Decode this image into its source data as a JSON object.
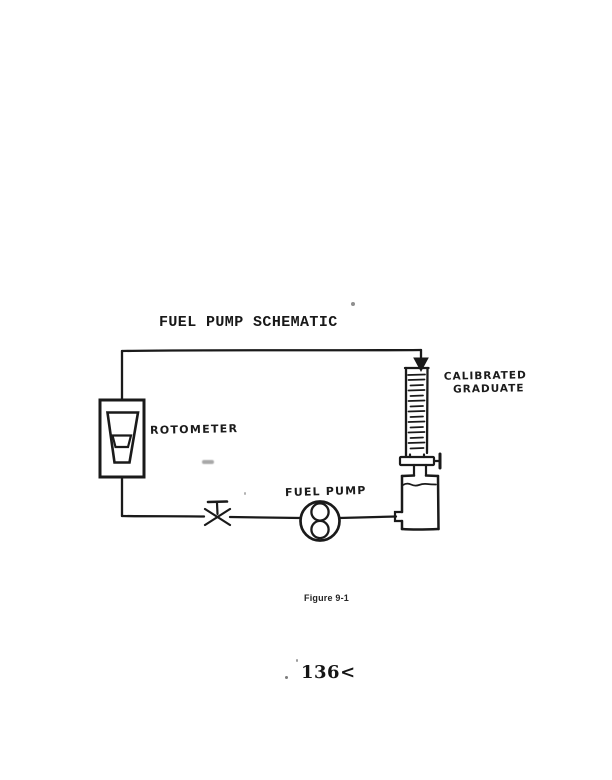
{
  "page": {
    "title": "FUEL PUMP SCHEMATIC",
    "figure_caption": "Figure 9-1",
    "page_number": "136<"
  },
  "labels": {
    "rotometer": "ROTOMETER",
    "fuel_pump": "FUEL PUMP",
    "calibrated_graduate": [
      "CALIBRATED",
      "GRADUATE"
    ]
  },
  "colors": {
    "ink": "#1a1a1a",
    "paper": "#ffffff"
  }
}
